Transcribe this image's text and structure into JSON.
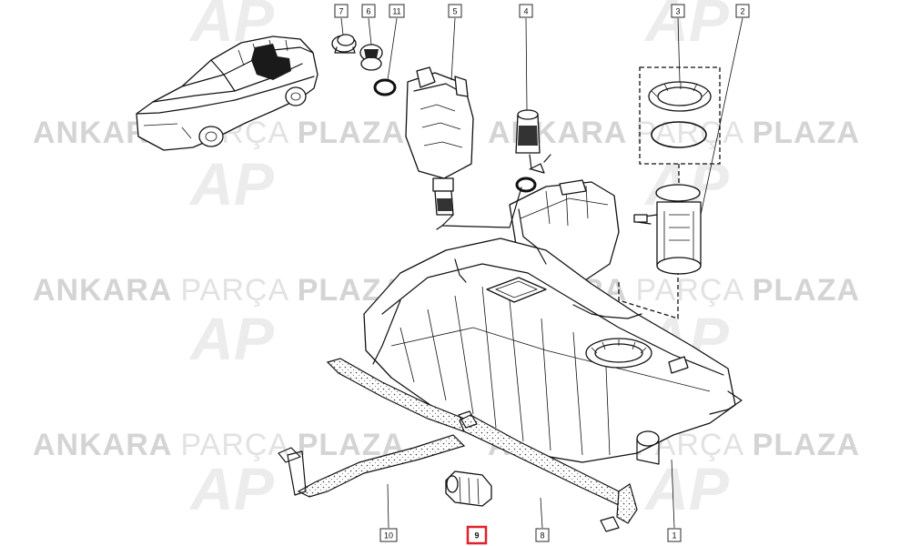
{
  "watermark": {
    "brand_bold": "ANKARA",
    "brand_light": "PARÇA",
    "brand_bold2": "PLAZA",
    "logo_text": "AP",
    "color_bold": "#d4d4d4",
    "color_light": "#e2e2e2",
    "color_logo": "#ececec"
  },
  "callouts": [
    {
      "id": "c7",
      "label": "7"
    },
    {
      "id": "c6",
      "label": "6"
    },
    {
      "id": "c11",
      "label": "11"
    },
    {
      "id": "c5",
      "label": "5"
    },
    {
      "id": "c4",
      "label": "4"
    },
    {
      "id": "c3",
      "label": "3"
    },
    {
      "id": "c2",
      "label": "2"
    },
    {
      "id": "c10",
      "label": "10"
    },
    {
      "id": "c9",
      "label": "9",
      "highlight": true
    },
    {
      "id": "c8",
      "label": "8"
    },
    {
      "id": "c1",
      "label": "1"
    }
  ],
  "colors": {
    "line": "#111111",
    "highlight": "#e0202a"
  }
}
